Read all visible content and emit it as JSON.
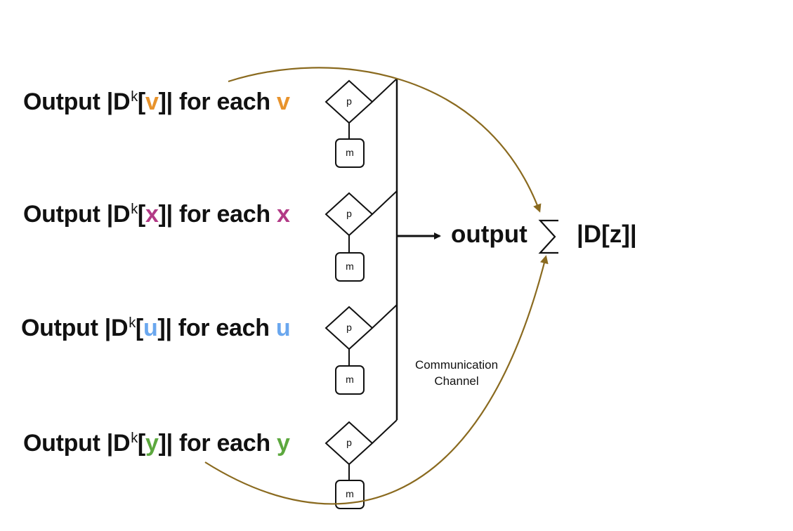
{
  "colors": {
    "v": "#e8932c",
    "x": "#b23a86",
    "u": "#6aa7ee",
    "y": "#5ca83e",
    "curve": "#8a6a1f",
    "line": "#111111"
  },
  "rows": [
    {
      "prefix": "Output |D",
      "sup": "k",
      "open": "[",
      "var": "v",
      "close": "]| for each ",
      "var2": "v",
      "node_p": "p",
      "node_m": "m"
    },
    {
      "prefix": "Output |D",
      "sup": "k",
      "open": "[",
      "var": "x",
      "close": "]| for each ",
      "var2": "x",
      "node_p": "p",
      "node_m": "m"
    },
    {
      "prefix": "Output |D",
      "sup": "k",
      "open": "[",
      "var": "u",
      "close": "]| for each ",
      "var2": "u",
      "node_p": "p",
      "node_m": "m"
    },
    {
      "prefix": "Output |D",
      "sup": "k",
      "open": "[",
      "var": "y",
      "close": "]| for each ",
      "var2": "y",
      "node_p": "p",
      "node_m": "m"
    }
  ],
  "channel": {
    "line1": "Communication",
    "line2": "Channel"
  },
  "result": {
    "output_word": "output",
    "sum_term": "|D[z]|"
  }
}
